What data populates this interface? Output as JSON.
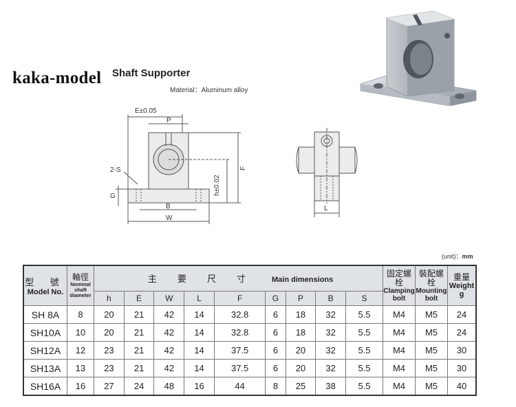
{
  "brand": "kaka-model",
  "title": "Shaft Supporter",
  "material": "Material：Aluminum alloy",
  "drawing_labels": {
    "e_tol": "E±0.05",
    "p": "P",
    "two_s": "2-S",
    "g": "G",
    "b": "B",
    "w": "W",
    "h_tol": "h±0.02",
    "f": "F",
    "l": "L"
  },
  "unit": {
    "label": "(unit)：",
    "value": "mm"
  },
  "table": {
    "model_zh": "型 號",
    "model_en": "Model No.",
    "shaft_zh": "軸徑",
    "shaft_en": "Nominal shaft diameter",
    "main_zh": "主要尺寸",
    "main_en": "Main dimensions",
    "clamp_zh": "固定螺栓",
    "clamp_en": "Clamping bolt",
    "mount_zh": "裝配螺栓",
    "mount_en": "Mounting bolt",
    "weight_zh": "重量",
    "weight_en": "Weight",
    "weight_unit": "g",
    "dim_columns": [
      "h",
      "E",
      "W",
      "L",
      "F",
      "G",
      "P",
      "B",
      "S"
    ],
    "rows": [
      {
        "model": "SH 8A",
        "d": "8",
        "h": "20",
        "E": "21",
        "W": "42",
        "L": "14",
        "F": "32.8",
        "G": "6",
        "P": "18",
        "B": "32",
        "S": "5.5",
        "clamp": "M4",
        "mount": "M5",
        "weight": "24"
      },
      {
        "model": "SH10A",
        "d": "10",
        "h": "20",
        "E": "21",
        "W": "42",
        "L": "14",
        "F": "32.8",
        "G": "6",
        "P": "18",
        "B": "32",
        "S": "5.5",
        "clamp": "M4",
        "mount": "M5",
        "weight": "24"
      },
      {
        "model": "SH12A",
        "d": "12",
        "h": "23",
        "E": "21",
        "W": "42",
        "L": "14",
        "F": "37.5",
        "G": "6",
        "P": "20",
        "B": "32",
        "S": "5.5",
        "clamp": "M4",
        "mount": "M5",
        "weight": "30"
      },
      {
        "model": "SH13A",
        "d": "13",
        "h": "23",
        "E": "21",
        "W": "42",
        "L": "14",
        "F": "37.5",
        "G": "6",
        "P": "20",
        "B": "32",
        "S": "5.5",
        "clamp": "M4",
        "mount": "M5",
        "weight": "30"
      },
      {
        "model": "SH16A",
        "d": "16",
        "h": "27",
        "E": "24",
        "W": "48",
        "L": "16",
        "F": "44",
        "G": "8",
        "P": "25",
        "B": "38",
        "S": "5.5",
        "clamp": "M4",
        "mount": "M5",
        "weight": "40"
      }
    ]
  }
}
